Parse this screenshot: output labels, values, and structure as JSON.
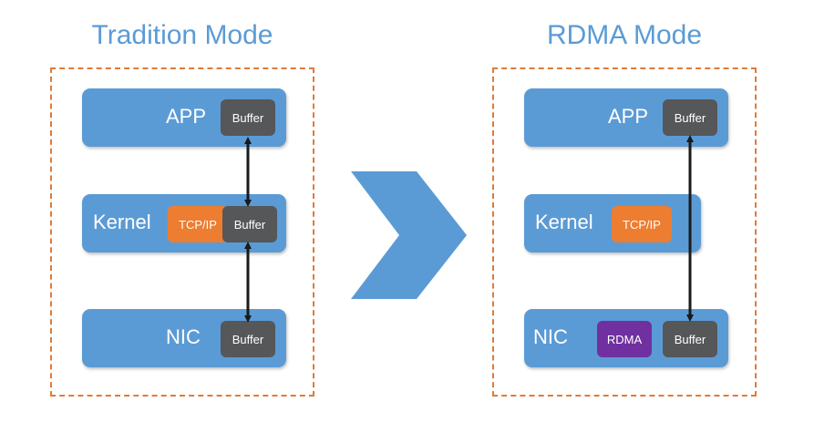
{
  "traditional": {
    "title": "Tradition Mode",
    "app_label": "APP",
    "kernel_label": "Kernel",
    "nic_label": "NIC",
    "buffer_label": "Buffer",
    "tcpip_label": "TCP/IP"
  },
  "rdma": {
    "title": "RDMA Mode",
    "app_label": "APP",
    "kernel_label": "Kernel",
    "nic_label": "NIC",
    "buffer_label": "Buffer",
    "tcpip_label": "TCP/IP",
    "rdma_label": "RDMA"
  },
  "colors": {
    "layer": "#5b9bd5",
    "buffer": "#555759",
    "tcpip": "#ed7d31",
    "rdma": "#7030a0",
    "frame": "#e07b39",
    "title": "#5b9bd5",
    "chevron": "#5b9bd5",
    "arrow": "#1a1a1a"
  },
  "icons": {
    "transition": "chevron-right-icon",
    "data_path": "double-arrow-icon"
  }
}
